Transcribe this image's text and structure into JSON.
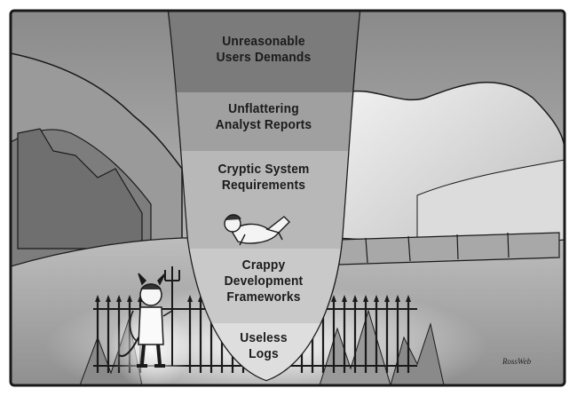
{
  "funnel": {
    "layers": [
      {
        "label": "Unreasonable\nUsers Demands"
      },
      {
        "label": "Unflattering\nAnalyst Reports"
      },
      {
        "label": "Cryptic System\nRequirements"
      },
      {
        "label": "Crappy\nDevelopment\nFrameworks"
      },
      {
        "label": "Useless\nLogs"
      }
    ]
  },
  "signature": "RossWeb",
  "colors": {
    "background": "#ffffff",
    "sky_dark": "#6f6f6f",
    "sky_light": "#e6e6e6",
    "funnel_dark": "#7c7c7c",
    "funnel_light": "#c8c8c8",
    "outline": "#1a1a1a"
  }
}
